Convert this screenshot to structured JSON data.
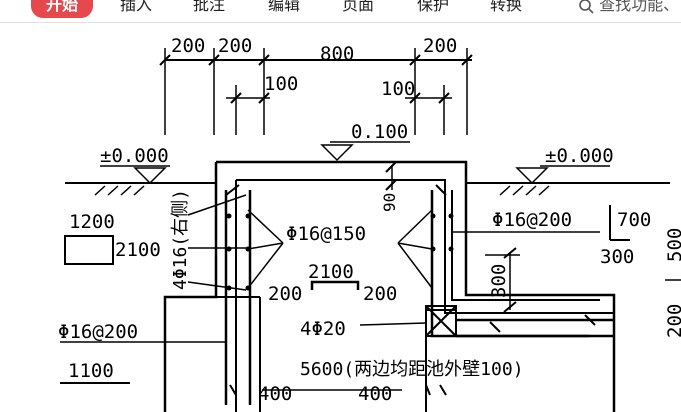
{
  "toolbar": {
    "start_tab": "开始",
    "tabs": [
      "插入",
      "批注",
      "编辑",
      "页面",
      "保护",
      "转换"
    ],
    "search_placeholder": "查找功能、",
    "start_color": "#e5484d"
  },
  "drawing": {
    "dims_top": [
      "200",
      "200",
      "800",
      "200"
    ],
    "dim_100_left": "100",
    "dim_100_right": "100",
    "level_top": "0.100",
    "level_left": "±0.000",
    "level_right": "±0.000",
    "dim_90": "90",
    "label_1200": "1200",
    "label_2100_left": "2100",
    "label_bars_side": "4Φ16(右侧)",
    "label_stirrup_mid": "Φ16@150",
    "label_stirrup_right": "Φ16@200",
    "label_700": "700",
    "label_300_right": "300",
    "label_500": "500",
    "label_2100_mid": "2100",
    "label_200_left": "200",
    "label_200_right": "200",
    "label_300_vertical": "300",
    "label_stirrup_left": "Φ16@200",
    "label_1100": "1100",
    "label_4bars": "4Φ20",
    "label_200_far": "200",
    "label_bottom": "5600(两边均距池外壁100)",
    "label_400_left": "400",
    "label_400_right": "400"
  }
}
